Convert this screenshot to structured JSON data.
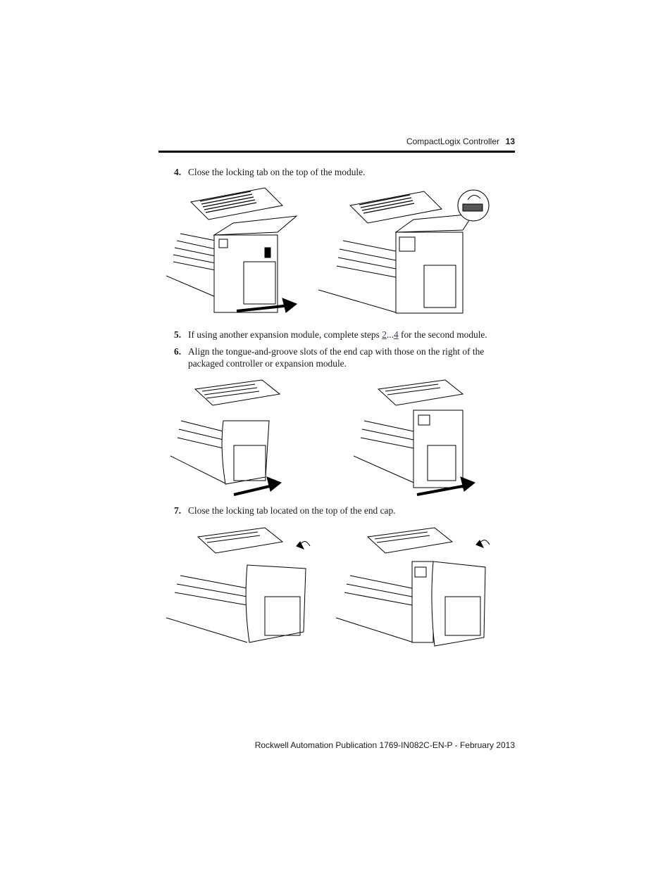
{
  "header": {
    "section_title": "CompactLogix Controller",
    "page_number": "13"
  },
  "steps": [
    {
      "num": "4.",
      "text": "Close the locking tab on the top of the module."
    },
    {
      "num": "5.",
      "pre": "If using another expansion module, complete steps ",
      "link1": "2",
      "mid": "...",
      "link2": "4",
      "post": " for the second module."
    },
    {
      "num": "6.",
      "text": "Align the tongue-and-groove slots of the end cap with those on the right of the packaged controller or expansion module."
    },
    {
      "num": "7.",
      "text": "Close the locking tab located on the top of the end cap."
    }
  ],
  "footer": {
    "publication": "Rockwell Automation Publication 1769-IN082C-EN-P - February 2013"
  }
}
